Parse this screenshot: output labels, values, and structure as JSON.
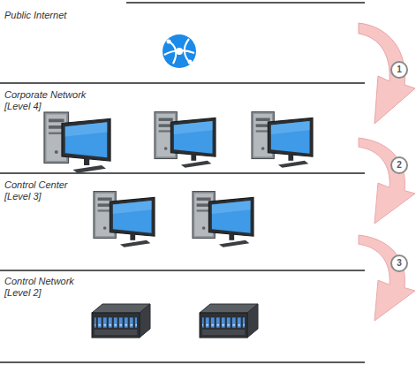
{
  "diagram": {
    "labels": [
      "Public Internet",
      "Corporate Network [Level 4]",
      "1",
      "Control Center [Level 3]",
      "2",
      "Control Network [Level 2]",
      "3"
    ]
  }
}
